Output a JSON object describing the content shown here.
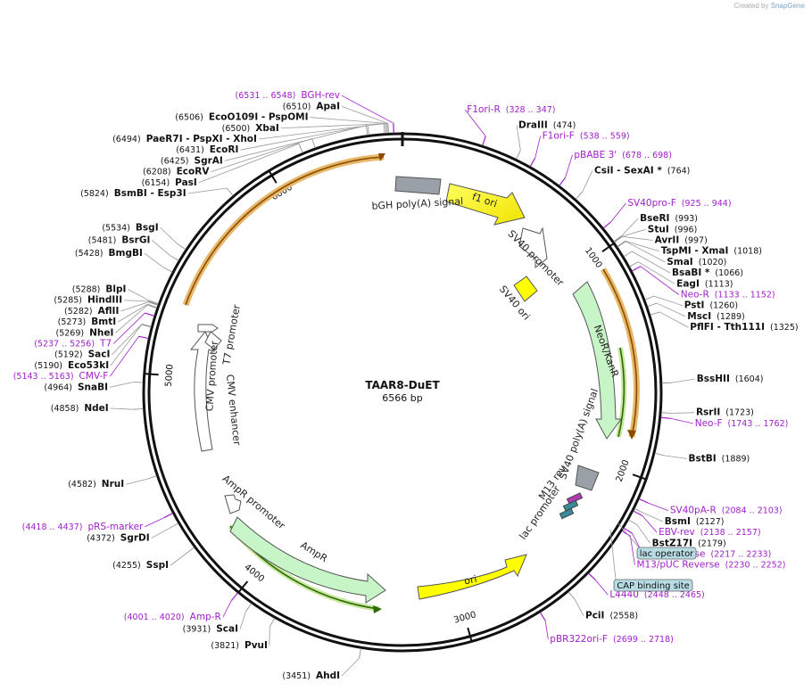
{
  "header": {
    "created_by": "Created by",
    "brand": "SnapGene"
  },
  "plasmid": {
    "name": "TAAR8-DuET",
    "length": "6566 bp",
    "total": 6566
  },
  "ticks": [
    "1000",
    "2000",
    "3000",
    "4000",
    "5000",
    "6000"
  ],
  "colors": {
    "site": "#111111",
    "primer": "#a020c8",
    "ring": "#111111"
  },
  "sites": [
    {
      "pos": 6510,
      "num": "(6510)",
      "name": "ApaI"
    },
    {
      "pos": 6500,
      "num": "(6500)",
      "name": "XbaI"
    },
    {
      "pos": 6431,
      "num": "(6431)",
      "name": "EcoRI"
    },
    {
      "pos": 6425,
      "num": "(6425)",
      "name": "SgrAI"
    },
    {
      "pos": 474,
      "num": "(474)",
      "name": "DraIII"
    },
    {
      "pos": 764,
      "num": "(764)",
      "name": "CsiI - SexAI *"
    },
    {
      "pos": 993,
      "num": "(993)",
      "name": "BseRI"
    },
    {
      "pos": 996,
      "num": "(996)",
      "name": "StuI"
    },
    {
      "pos": 997,
      "num": "(997)",
      "name": "AvrII"
    },
    {
      "pos": 1018,
      "num": "(1018)",
      "name": "TspMI - XmaI"
    },
    {
      "pos": 1020,
      "num": "(1020)",
      "name": "SmaI"
    },
    {
      "pos": 1066,
      "num": "(1066)",
      "name": "BsaBI *"
    },
    {
      "pos": 1113,
      "num": "(1113)",
      "name": "EagI"
    },
    {
      "pos": 1260,
      "num": "(1260)",
      "name": "PstI"
    },
    {
      "pos": 1289,
      "num": "(1289)",
      "name": "MscI"
    },
    {
      "pos": 1325,
      "num": "(1325)",
      "name": "PflFI - Tth111I"
    },
    {
      "pos": 1604,
      "num": "(1604)",
      "name": "BssHII"
    },
    {
      "pos": 1723,
      "num": "(1723)",
      "name": "RsrII"
    },
    {
      "pos": 1889,
      "num": "(1889)",
      "name": "BstBI"
    },
    {
      "pos": 2127,
      "num": "(2127)",
      "name": "BsmI"
    },
    {
      "pos": 2179,
      "num": "(2179)",
      "name": "BstZ17I"
    },
    {
      "pos": 2558,
      "num": "(2558)",
      "name": "PciI"
    },
    {
      "pos": 3451,
      "num": "(3451)",
      "name": "AhdI"
    },
    {
      "pos": 3821,
      "num": "(3821)",
      "name": "PvuI"
    },
    {
      "pos": 3931,
      "num": "(3931)",
      "name": "ScaI"
    },
    {
      "pos": 4255,
      "num": "(4255)",
      "name": "SspI"
    },
    {
      "pos": 4372,
      "num": "(4372)",
      "name": "SgrDI"
    },
    {
      "pos": 4582,
      "num": "(4582)",
      "name": "NruI"
    },
    {
      "pos": 4858,
      "num": "(4858)",
      "name": "NdeI"
    },
    {
      "pos": 4964,
      "num": "(4964)",
      "name": "SnaBI"
    },
    {
      "pos": 5190,
      "num": "(5190)",
      "name": "Eco53kI"
    },
    {
      "pos": 5192,
      "num": "(5192)",
      "name": "SacI"
    },
    {
      "pos": 5269,
      "num": "(5269)",
      "name": "NheI"
    },
    {
      "pos": 5273,
      "num": "(5273)",
      "name": "BmtI"
    },
    {
      "pos": 5282,
      "num": "(5282)",
      "name": "AflII"
    },
    {
      "pos": 5285,
      "num": "(5285)",
      "name": "HindIII"
    },
    {
      "pos": 5288,
      "num": "(5288)",
      "name": "BlpI"
    },
    {
      "pos": 5428,
      "num": "(5428)",
      "name": "BmgBI"
    },
    {
      "pos": 5481,
      "num": "(5481)",
      "name": "BsrGI"
    },
    {
      "pos": 5534,
      "num": "(5534)",
      "name": "BsgI"
    },
    {
      "pos": 5824,
      "num": "(5824)",
      "name": "BsmBI - Esp3I"
    },
    {
      "pos": 6154,
      "num": "(6154)",
      "name": "PasI"
    },
    {
      "pos": 6208,
      "num": "(6208)",
      "name": "EcoRV"
    },
    {
      "pos": 6494,
      "num": "(6494)",
      "name": "PaeR7I - PspXI - XhoI"
    },
    {
      "pos": 6506,
      "num": "(6506)",
      "name": "EcoO109I - PspOMI"
    }
  ],
  "primers": [
    {
      "pos": 6531,
      "name": "BGH-rev",
      "range": "(6531 .. 6548)"
    },
    {
      "pos": 328,
      "name": "F1ori-R",
      "range": "(328 .. 347)"
    },
    {
      "pos": 538,
      "name": "F1ori-F",
      "range": "(538 .. 559)"
    },
    {
      "pos": 678,
      "name": "pBABE 3'",
      "range": "(678 .. 698)"
    },
    {
      "pos": 925,
      "name": "SV40pro-F",
      "range": "(925 .. 944)"
    },
    {
      "pos": 1133,
      "name": "Neo-R",
      "range": "(1133 .. 1152)"
    },
    {
      "pos": 1743,
      "name": "Neo-F",
      "range": "(1743 .. 1762)"
    },
    {
      "pos": 2084,
      "name": "SV40pA-R",
      "range": "(2084 .. 2103)"
    },
    {
      "pos": 2138,
      "name": "EBV-rev",
      "range": "(2138 .. 2157)"
    },
    {
      "pos": 2217,
      "name": "M13 Reverse",
      "range": "(2217 .. 2233)"
    },
    {
      "pos": 2230,
      "name": "M13/pUC Reverse",
      "range": "(2230 .. 2252)"
    },
    {
      "pos": 2448,
      "name": "L4440",
      "range": "(2448 .. 2465)"
    },
    {
      "pos": 2699,
      "name": "pBR322ori-F",
      "range": "(2699 .. 2718)"
    },
    {
      "pos": 4001,
      "name": "Amp-R",
      "range": "(4001 .. 4020)"
    },
    {
      "pos": 4418,
      "name": "pRS-marker",
      "range": "(4418 .. 4437)"
    },
    {
      "pos": 5143,
      "name": "CMV-F",
      "range": "(5143 .. 5163)"
    },
    {
      "pos": 5237,
      "name": "T7",
      "range": "(5237 .. 5256)"
    }
  ],
  "boxed_features": [
    "lac operator",
    "CAP binding site"
  ],
  "features": [
    {
      "label": "bGH poly(A) signal"
    },
    {
      "label": "f1 ori"
    },
    {
      "label": "SV40 promoter"
    },
    {
      "label": "SV40 ori"
    },
    {
      "label": "NeoR/KanR"
    },
    {
      "label": "SV40 poly(A) signal"
    },
    {
      "label": "M13 rev"
    },
    {
      "label": "lac promoter"
    },
    {
      "label": "ori"
    },
    {
      "label": "AmpR"
    },
    {
      "label": "AmpR promoter"
    },
    {
      "label": "CMV enhancer"
    },
    {
      "label": "CMV promoter"
    },
    {
      "label": "T7 promoter"
    }
  ]
}
